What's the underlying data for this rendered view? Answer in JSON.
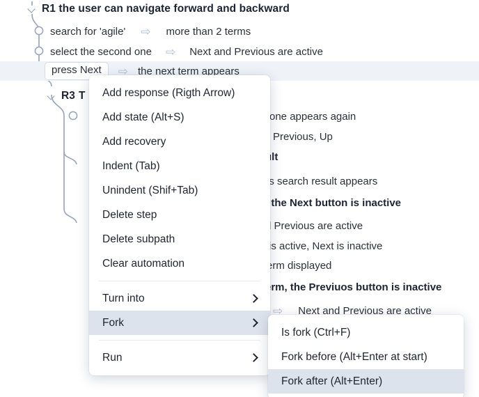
{
  "document": {
    "rule1": {
      "title": "R1 the user can navigate forward and backward",
      "steps": [
        {
          "action": "search for 'agile'",
          "response": "more than 2 terms"
        },
        {
          "action": "select the second one",
          "response": "Next and Previous are active"
        },
        {
          "action": "press Next",
          "response": "the next term appears"
        }
      ]
    },
    "rule3": {
      "label": "R3",
      "title_fragment": "T"
    },
    "occluded_lines": [
      {
        "text": "one appears again",
        "bold": false
      },
      {
        "text": "Previous, Up",
        "bold": false
      },
      {
        "text": "ult",
        "bold": true
      },
      {
        "text": "is search result appears",
        "bold": false
      },
      {
        "text": ", the Next button is inactive",
        "bold": true
      },
      {
        "text": "d Previous are active",
        "bold": false
      },
      {
        "text": "is active, Next is inactive",
        "bold": false
      },
      {
        "text": "erm displayed",
        "bold": false
      },
      {
        "text": "erm, the Previuos button is inactive",
        "bold": true
      }
    ],
    "last_visible_row": {
      "response": "Next and Previous are active"
    },
    "arrow_glyph": "⇨"
  },
  "context_menu": {
    "items": [
      {
        "label": "Add response (Rigth Arrow)",
        "name": "add-response",
        "submenu": false,
        "selected": false
      },
      {
        "label": "Add state (Alt+S)",
        "name": "add-state",
        "submenu": false,
        "selected": false
      },
      {
        "label": "Add recovery",
        "name": "add-recovery",
        "submenu": false,
        "selected": false
      },
      {
        "label": "Indent (Tab)",
        "name": "indent",
        "submenu": false,
        "selected": false
      },
      {
        "label": "Unindent (Shif+Tab)",
        "name": "unindent",
        "submenu": false,
        "selected": false
      },
      {
        "label": "Delete step",
        "name": "delete-step",
        "submenu": false,
        "selected": false
      },
      {
        "label": "Delete subpath",
        "name": "delete-subpath",
        "submenu": false,
        "selected": false
      },
      {
        "label": "Clear automation",
        "name": "clear-automation",
        "submenu": false,
        "selected": false
      },
      {
        "label": "Turn into",
        "name": "turn-into",
        "submenu": true,
        "selected": false
      },
      {
        "label": "Fork",
        "name": "fork",
        "submenu": true,
        "selected": true
      },
      {
        "label": "Run",
        "name": "run",
        "submenu": true,
        "selected": false
      }
    ]
  },
  "fork_submenu": {
    "items": [
      {
        "label": "Is fork (Ctrl+F)",
        "name": "is-fork",
        "selected": false
      },
      {
        "label": "Fork before (Alt+Enter at start)",
        "name": "fork-before",
        "selected": false
      },
      {
        "label": "Fork after (Alt+Enter)",
        "name": "fork-after",
        "selected": true
      }
    ]
  },
  "colors": {
    "menu_bg": "#ffffff",
    "menu_selected": "#dde3ed",
    "row_highlight": "#eff3f8",
    "text": "#1f2430",
    "tree_line": "#9aa8bd",
    "arrow": "#aebdd4"
  }
}
